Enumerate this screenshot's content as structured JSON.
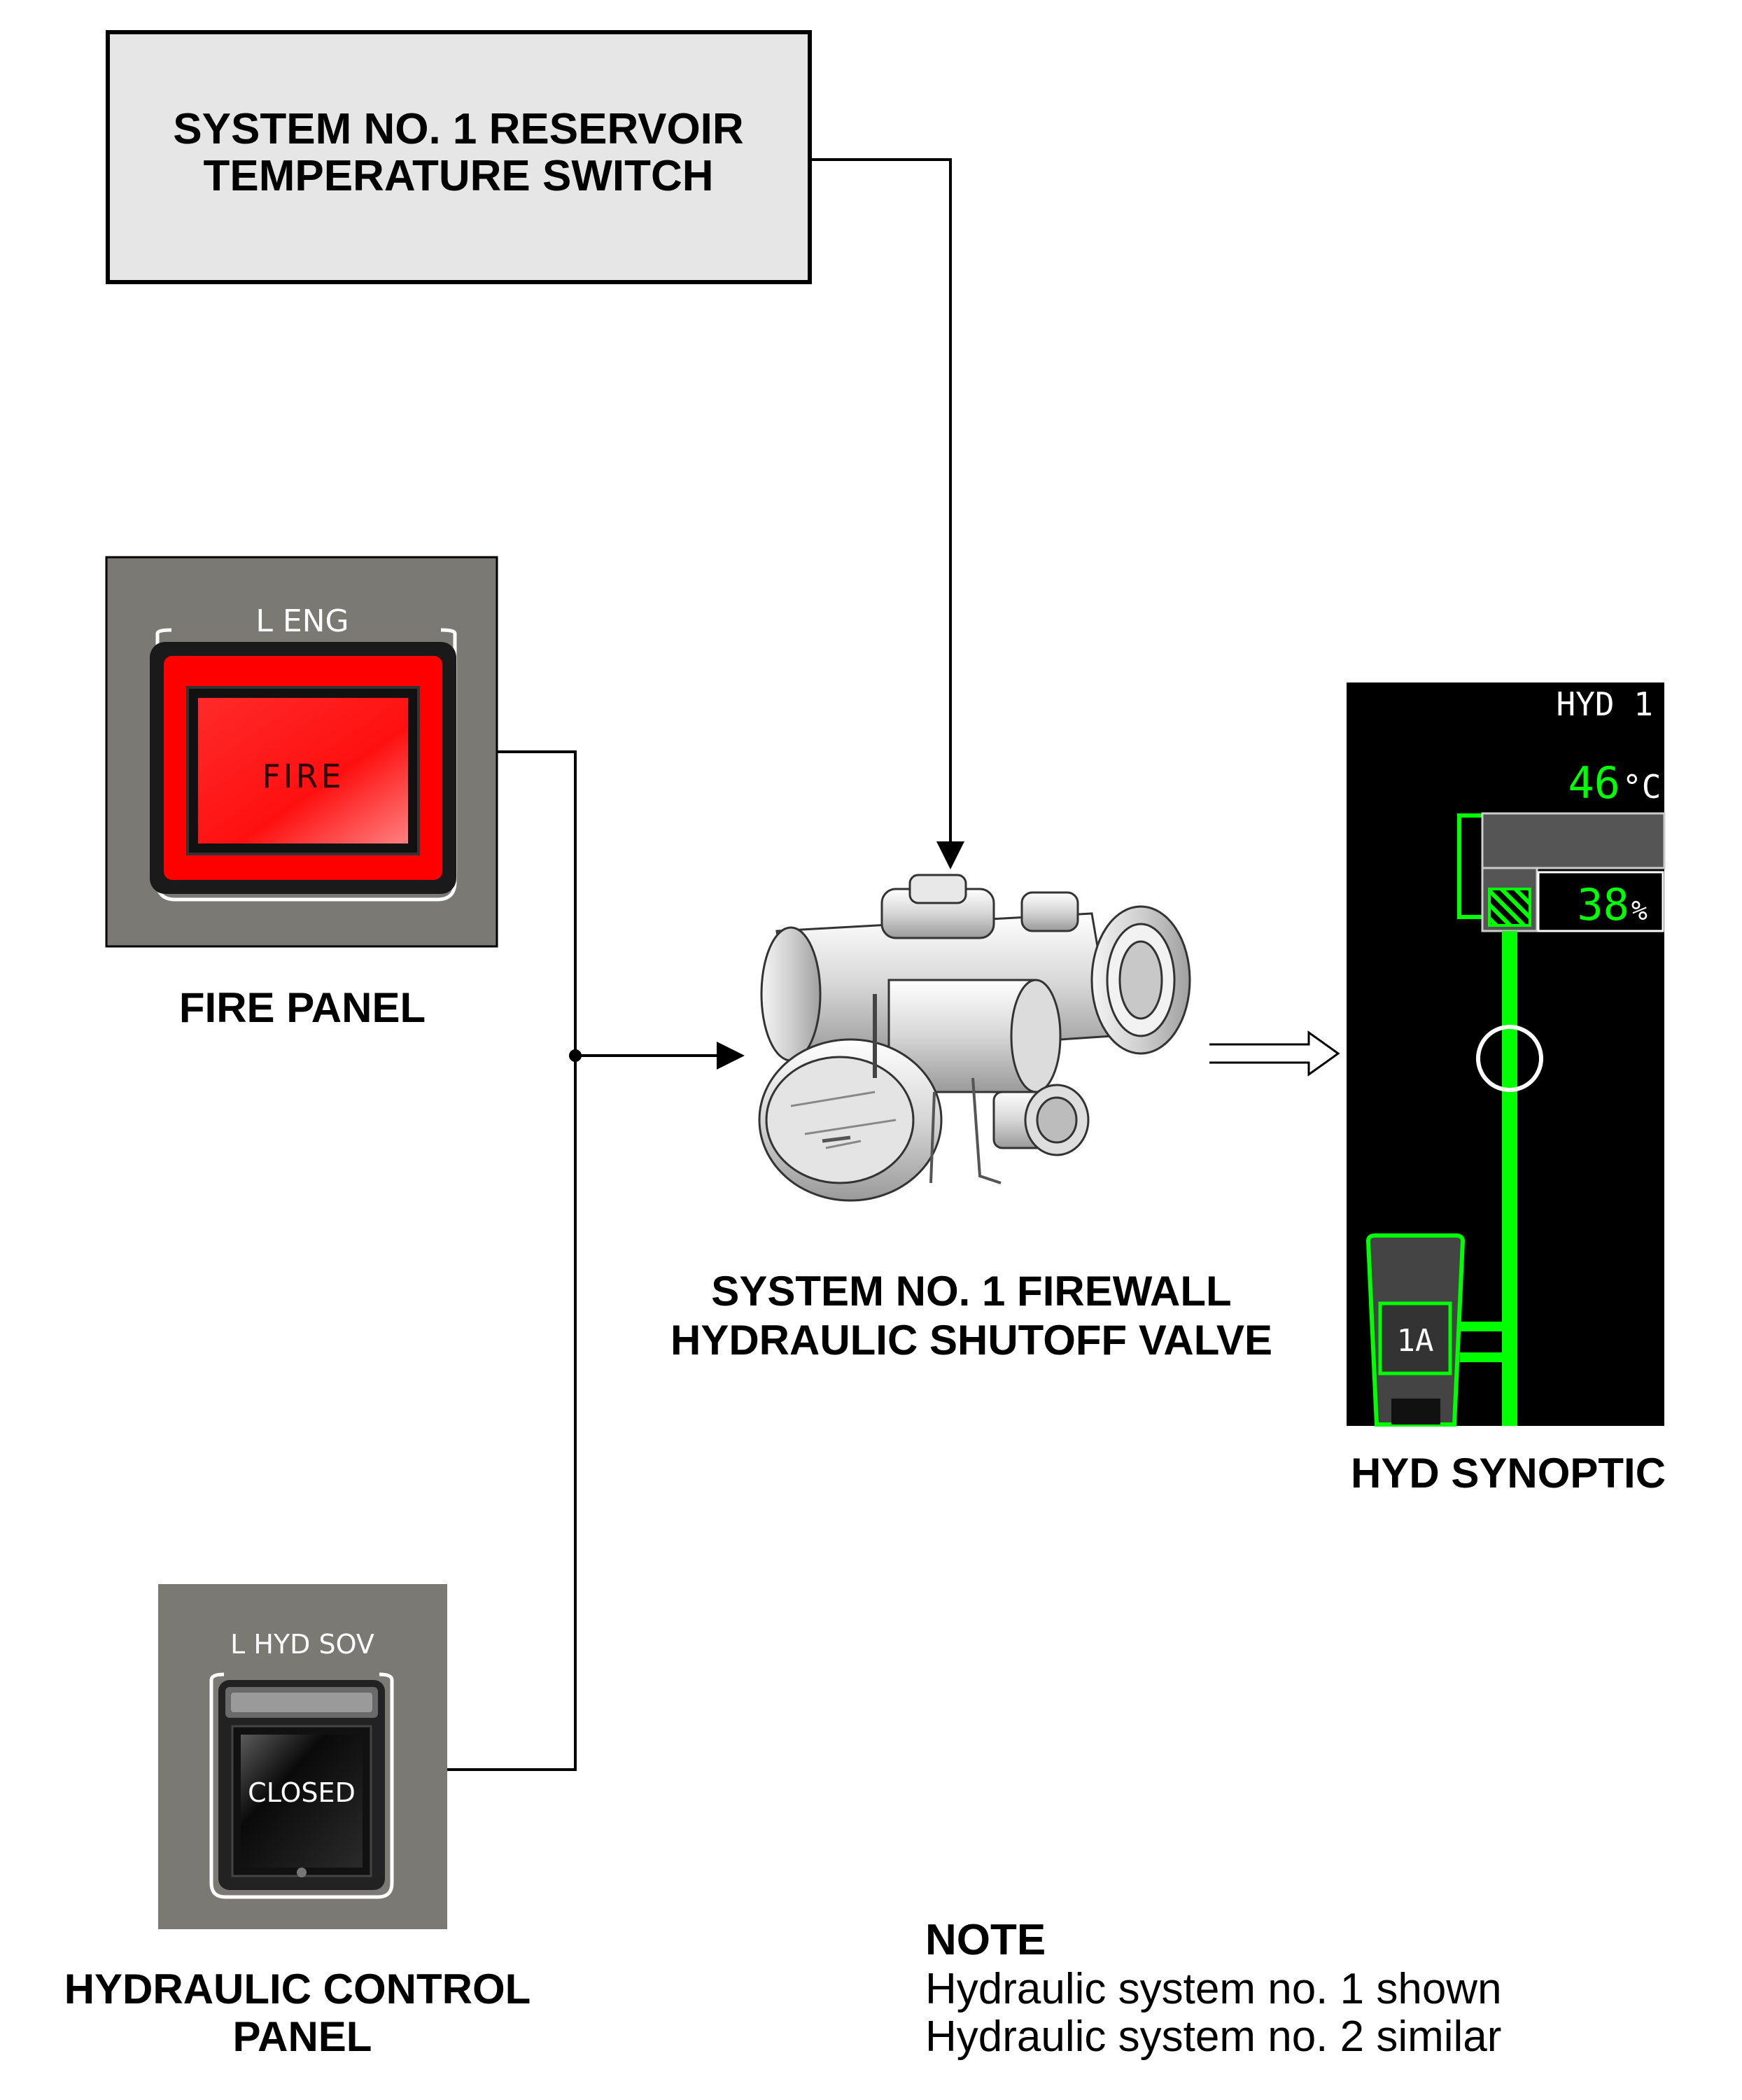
{
  "reservoir_switch": {
    "line1": "SYSTEM NO. 1 RESERVOIR",
    "line2": "TEMPERATURE SWITCH"
  },
  "fire_panel": {
    "engine_label": "L ENG",
    "button_label": "FIRE",
    "caption": "FIRE PANEL",
    "button_color": "#ff1a1a"
  },
  "hyd_control_panel": {
    "switch_label": "L HYD SOV",
    "button_label": "CLOSED",
    "caption_line1": "HYDRAULIC CONTROL",
    "caption_line2": "PANEL"
  },
  "valve": {
    "caption_line1": "SYSTEM NO. 1 FIREWALL",
    "caption_line2": "HYDRAULIC SHUTOFF VALVE"
  },
  "synoptic": {
    "title": "HYD 1",
    "temperature_value": "46",
    "temperature_unit": "°C",
    "quantity_value": "38",
    "quantity_unit": "%",
    "pump_label": "1A",
    "caption": "HYD SYNOPTIC",
    "line_color": "#00ff00",
    "background_color": "#000000"
  },
  "note": {
    "heading": "NOTE",
    "line1": "Hydraulic system no. 1 shown",
    "line2": "Hydraulic system no. 2 similar"
  }
}
